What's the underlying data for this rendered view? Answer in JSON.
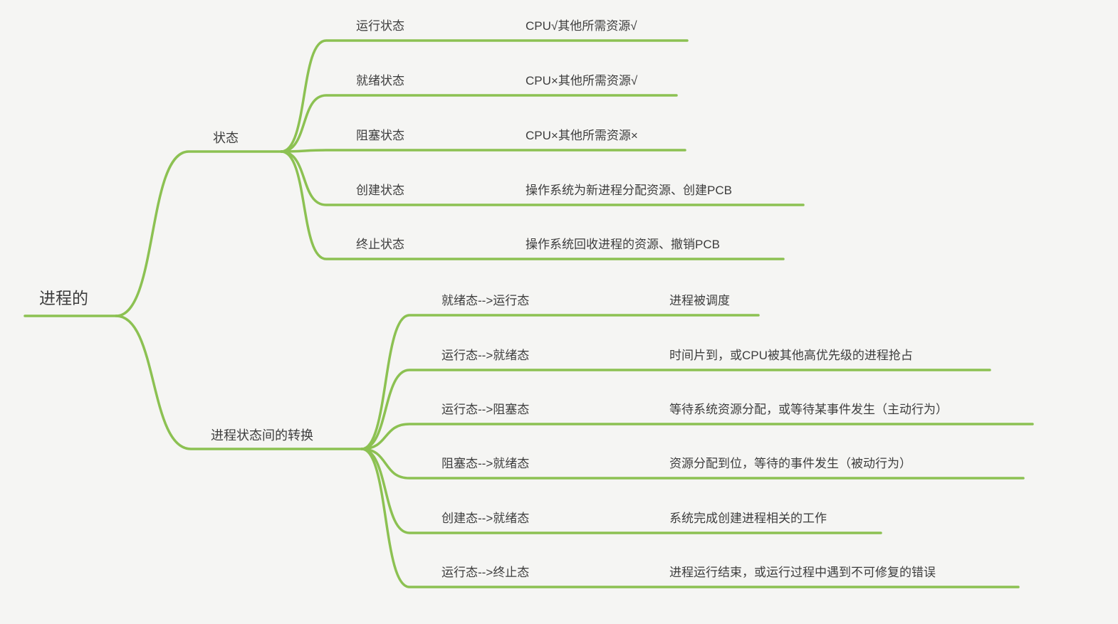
{
  "canvas": {
    "background": "#f5f5f3",
    "branch_color": "#8cc152",
    "text_color": "#3d3d3d"
  },
  "root": {
    "label": "进程的"
  },
  "branches": [
    {
      "label": "状态",
      "children": [
        {
          "label": "运行状态",
          "desc": "CPU√其他所需资源√"
        },
        {
          "label": "就绪状态",
          "desc": "CPU×其他所需资源√"
        },
        {
          "label": "阻塞状态",
          "desc": "CPU×其他所需资源×"
        },
        {
          "label": "创建状态",
          "desc": "操作系统为新进程分配资源、创建PCB"
        },
        {
          "label": "终止状态",
          "desc": "操作系统回收进程的资源、撤销PCB"
        }
      ]
    },
    {
      "label": "进程状态间的转换",
      "children": [
        {
          "label": "就绪态-->运行态",
          "desc": "进程被调度"
        },
        {
          "label": "运行态-->就绪态",
          "desc": "时间片到，或CPU被其他高优先级的进程抢占"
        },
        {
          "label": "运行态-->阻塞态",
          "desc": "等待系统资源分配，或等待某事件发生（主动行为）"
        },
        {
          "label": "阻塞态-->就绪态",
          "desc": "资源分配到位，等待的事件发生（被动行为）"
        },
        {
          "label": "创建态-->就绪态",
          "desc": "系统完成创建进程相关的工作"
        },
        {
          "label": "运行态-->终止态",
          "desc": "进程运行结束，或运行过程中遇到不可修复的错误"
        }
      ]
    }
  ]
}
